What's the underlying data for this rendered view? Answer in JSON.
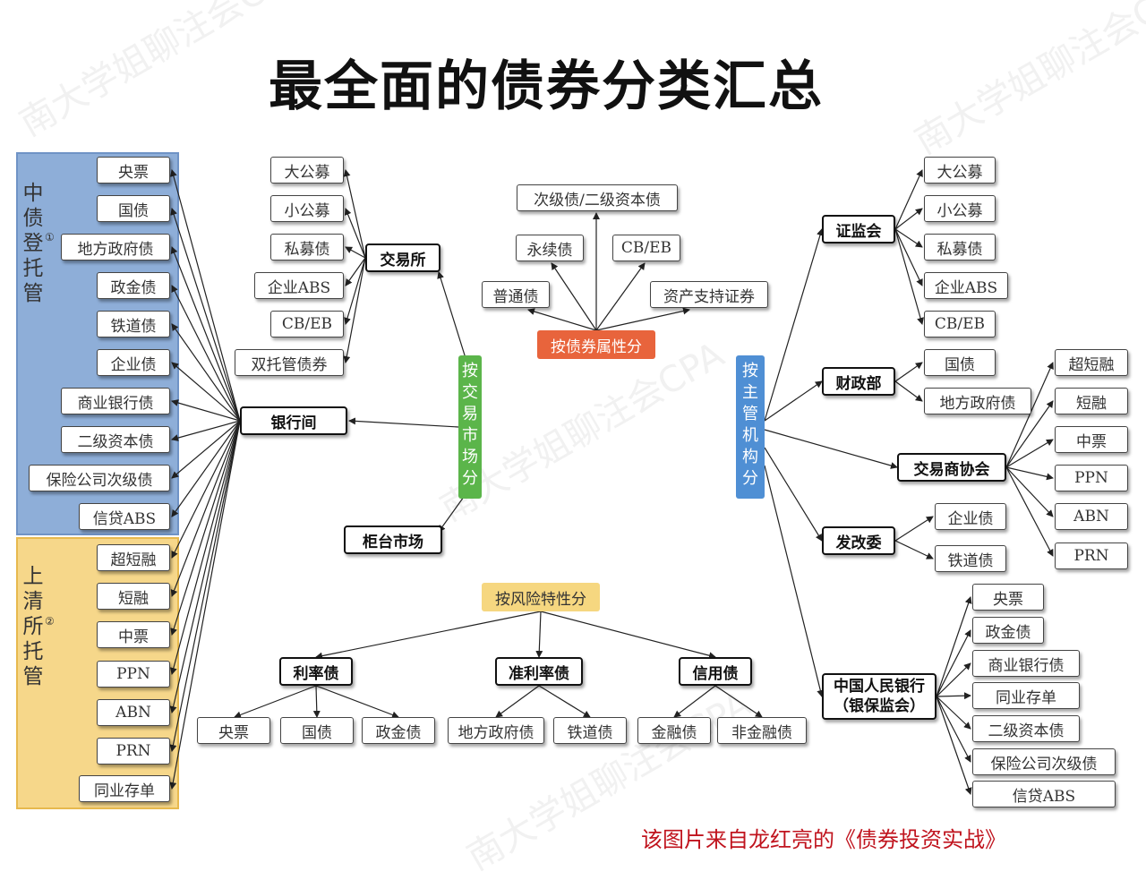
{
  "title": "最全面的债券分类汇总",
  "source_note": "该图片来自龙红亮的《债券投资实战》",
  "watermark": "南大学姐聊注会CPA",
  "left_panel": {
    "blue_label": "中债登托管",
    "blue_mark": "①",
    "blue_items": [
      "央票",
      "国债",
      "地方政府债",
      "政金债",
      "铁道债",
      "企业债",
      "商业银行债",
      "二级资本债",
      "保险公司次级债",
      "信贷ABS"
    ],
    "yellow_label": "上清所托管",
    "yellow_mark": "②",
    "yellow_items": [
      "超短融",
      "短融",
      "中票",
      "PPN",
      "ABN",
      "PRN",
      "同业存单"
    ]
  },
  "exchange": {
    "category": "按交易市场分",
    "jiaoyisuo": "交易所",
    "yinhangjian": "银行间",
    "guitai": "柜台市场",
    "jiaoyisuo_items": [
      "大公募",
      "小公募",
      "私募债",
      "企业ABS",
      "CB/EB",
      "双托管债券"
    ]
  },
  "attribute": {
    "category": "按债券属性分",
    "items": [
      "次级债/二级资本债",
      "永续债",
      "CB/EB",
      "普通债",
      "资产支持证券"
    ]
  },
  "risk": {
    "category": "按风险特性分",
    "groups": [
      {
        "name": "利率债",
        "items": [
          "央票",
          "国债",
          "政金债"
        ]
      },
      {
        "name": "准利率债",
        "items": [
          "地方政府债",
          "铁道债"
        ]
      },
      {
        "name": "信用债",
        "items": [
          "金融债",
          "非金融债"
        ]
      }
    ]
  },
  "regulator": {
    "category": "按主管机构分",
    "csrc": {
      "name": "证监会",
      "items": [
        "大公募",
        "小公募",
        "私募债",
        "企业ABS",
        "CB/EB"
      ]
    },
    "mof": {
      "name": "财政部",
      "items": [
        "国债",
        "地方政府债"
      ]
    },
    "nafmii": {
      "name": "交易商协会",
      "items": [
        "超短融",
        "短融",
        "中票",
        "PPN",
        "ABN",
        "PRN"
      ]
    },
    "ndrc": {
      "name": "发改委",
      "items": [
        "企业债",
        "铁道债"
      ]
    },
    "pboc": {
      "name": "中国人民银行（银保监会）",
      "name_line1": "中国人民银行",
      "name_line2": "（银保监会）",
      "items": [
        "央票",
        "政金债",
        "商业银行债",
        "同业存单",
        "二级资本债",
        "保险公司次级债",
        "信贷ABS"
      ]
    }
  },
  "colors": {
    "blue_panel": "#8eaed8",
    "yellow_panel": "#f6d78a",
    "exchange_cat": "#5bb54a",
    "attribute_cat": "#e8643c",
    "risk_cat": "#f6d780",
    "regulator_cat": "#4f8fd4",
    "source_text": "#c0141e"
  }
}
